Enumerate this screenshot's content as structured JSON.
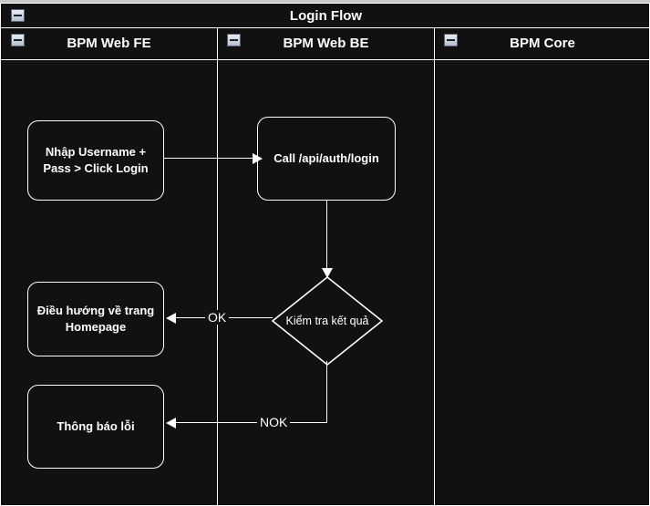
{
  "diagram": {
    "type": "flowchart",
    "pool_title": "Login Flow",
    "collapse_icon_name": "collapse-minus-icon",
    "lanes": [
      {
        "id": "fe",
        "label": "BPM Web FE"
      },
      {
        "id": "be",
        "label": "BPM Web BE"
      },
      {
        "id": "core",
        "label": "BPM Core"
      }
    ],
    "nodes": [
      {
        "id": "n1",
        "lane": "fe",
        "shape": "rounded-rect",
        "text": "Nhập Username + Pass > Click Login"
      },
      {
        "id": "n2",
        "lane": "be",
        "shape": "rounded-rect",
        "text": "Call /api/auth/login"
      },
      {
        "id": "n3",
        "lane": "be",
        "shape": "diamond",
        "text": "Kiểm tra kết quả"
      },
      {
        "id": "n4",
        "lane": "fe",
        "shape": "rounded-rect",
        "text": "Điều hướng về trang Homepage"
      },
      {
        "id": "n5",
        "lane": "fe",
        "shape": "rounded-rect",
        "text": "Thông báo lỗi"
      }
    ],
    "edges": [
      {
        "from": "n1",
        "to": "n2",
        "label": ""
      },
      {
        "from": "n2",
        "to": "n3",
        "label": ""
      },
      {
        "from": "n3",
        "to": "n4",
        "label": "OK"
      },
      {
        "from": "n3",
        "to": "n5",
        "label": "NOK"
      }
    ],
    "colors": {
      "canvas": "#111111",
      "stroke": "#ffffff",
      "text": "#ffffff",
      "page_background": "#c9c9c9"
    }
  }
}
